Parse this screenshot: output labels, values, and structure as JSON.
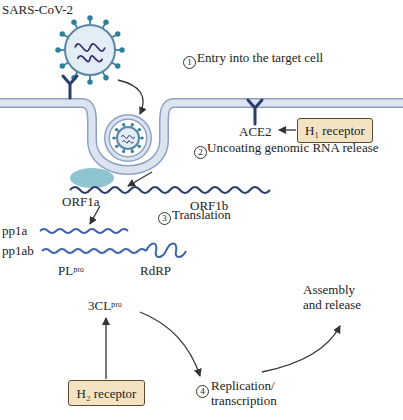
{
  "diagram": {
    "nodes": [
      {
        "text": [
          "H₁ receptor"
        ]
      },
      {
        "text": [
          "H₂ receptor"
        ]
      }
    ],
    "labels": [
      "SARS-CoV-2",
      "1",
      "Entry into the target cell",
      "ACE2",
      "2",
      "Uncoating genomic RNA release",
      "ORF1a",
      "ORF1b",
      "3",
      "Translation",
      "pp1a",
      "pp1ab",
      "PLᵖʳᵒ",
      "RdRP",
      "3CLᵖʳᵒ",
      "Assembly and release",
      "4",
      "Replication/ transcription"
    ]
  }
}
